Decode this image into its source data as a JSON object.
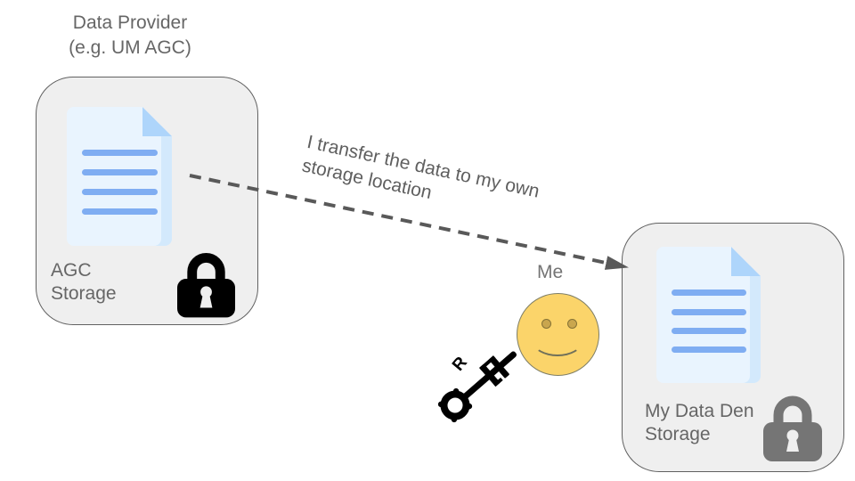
{
  "provider": {
    "title_line1": "Data Provider",
    "title_line2": "(e.g. UM AGC)",
    "storage_line1": "AGC",
    "storage_line2": "Storage"
  },
  "transfer": {
    "caption_line1": "I transfer the data to my own",
    "caption_line2": "storage location"
  },
  "me": {
    "label": "Me",
    "key_letter": "R"
  },
  "destination": {
    "storage_line1": "My Data Den",
    "storage_line2": "Storage"
  },
  "colors": {
    "box_fill": "#efefef",
    "box_border": "#616161",
    "document_body": "#e9f4fe",
    "document_fold": "#aed5fb",
    "document_line": "#7fadf2",
    "arrow": "#595959",
    "label_text": "#666666",
    "provider_lock": "#000000",
    "destination_lock": "#757575",
    "smiley_fill": "#fbd46a",
    "smiley_eye": "#c9a64e",
    "key": "#000000"
  }
}
